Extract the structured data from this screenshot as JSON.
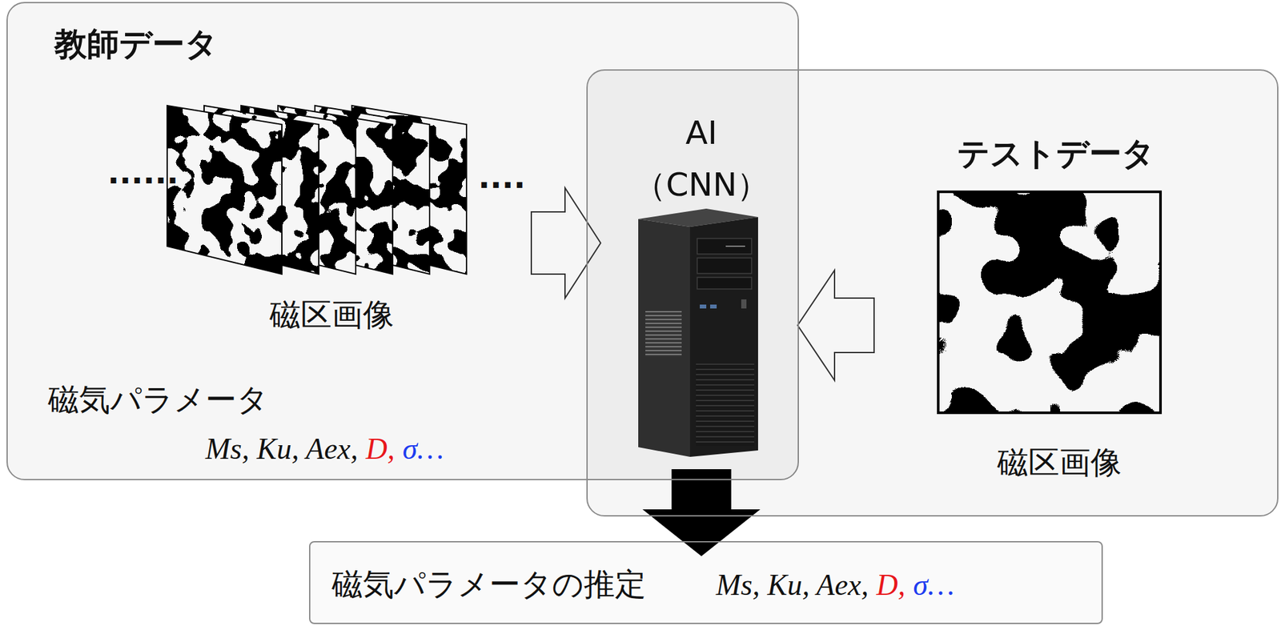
{
  "diagram": {
    "nodes": [
      {
        "text": [
          "教師データ",
          "磁区画像",
          "磁気パラメータ",
          "Ms, Ku, Aex,",
          "D,",
          "σ…"
        ]
      },
      {
        "text": [
          "AI （CNN）"
        ]
      },
      {
        "text": [
          "テストデータ",
          "磁区画像"
        ]
      },
      {
        "text": [
          "磁気パラメータの推定",
          "Ms, Ku, Aex,",
          "D,",
          "σ…"
        ]
      }
    ],
    "edges": [
      {
        "from": 0,
        "to": 1,
        "arrow": "to"
      },
      {
        "from": 2,
        "to": 1,
        "arrow": "to"
      },
      {
        "from": 1,
        "to": 3,
        "arrow": "to"
      }
    ],
    "labels": [
      "......",
      "...."
    ]
  }
}
